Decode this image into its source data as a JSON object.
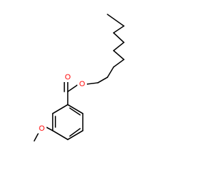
{
  "molecule": {
    "atoms": {
      "carbonyl_oxygen": {
        "symbol": "O",
        "color": "#ff0000"
      },
      "ester_oxygen": {
        "symbol": "O",
        "color": "#ff0000"
      },
      "methoxy_oxygen": {
        "symbol": "O",
        "color": "#ff0000"
      }
    },
    "bond_color": "#000000"
  }
}
